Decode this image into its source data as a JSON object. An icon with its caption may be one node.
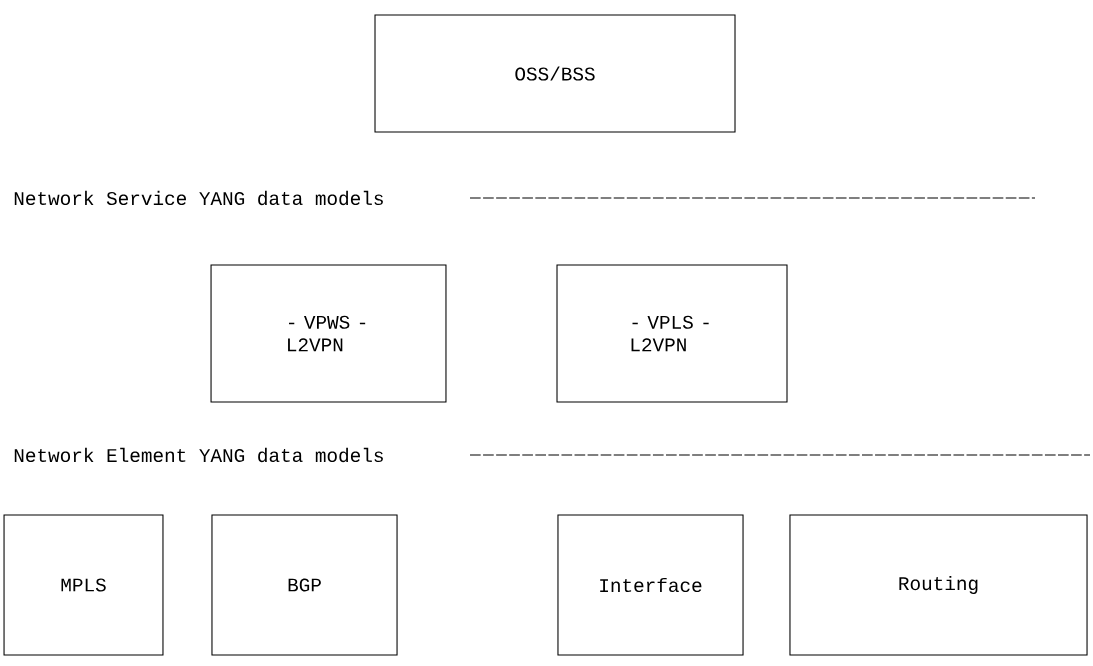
{
  "diagram": {
    "nodes": [
      {
        "text": [
          "OSS/BSS"
        ]
      },
      {
        "text": [
          "- VPWS - L2VPN"
        ]
      },
      {
        "text": [
          "- VPLS - L2VPN"
        ]
      },
      {
        "text": [
          "MPLS"
        ]
      },
      {
        "text": [
          "BGP"
        ]
      },
      {
        "text": [
          "Interface"
        ]
      },
      {
        "text": [
          "Routing"
        ]
      }
    ],
    "labels": [
      "Network Service YANG data models",
      "Network Element YANG data models"
    ]
  }
}
